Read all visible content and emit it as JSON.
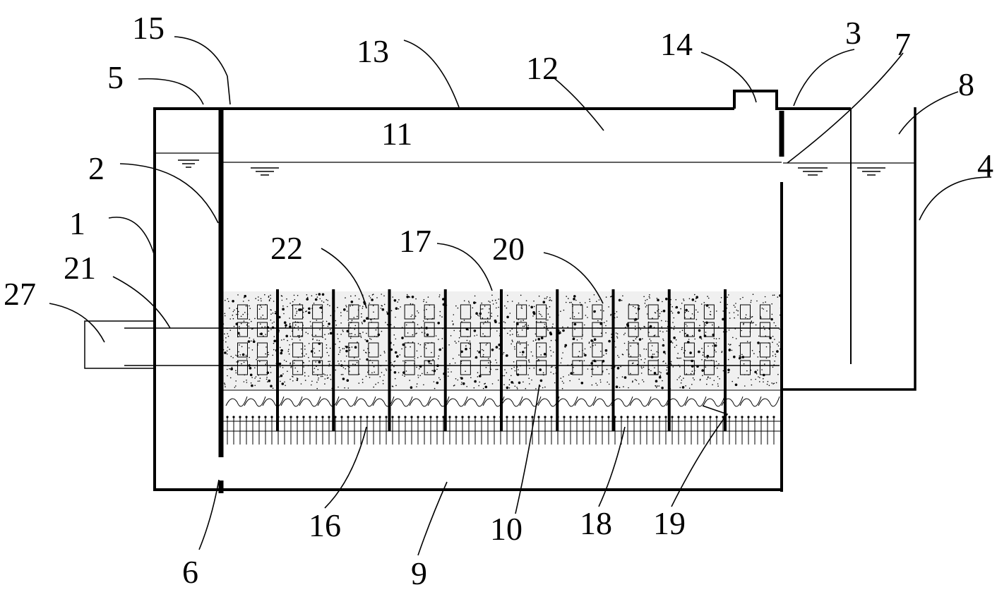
{
  "labels": {
    "l1": "1",
    "l2": "2",
    "l3": "3",
    "l4": "4",
    "l5": "5",
    "l6": "6",
    "l7": "7",
    "l8": "8",
    "l9": "9",
    "l10": "10",
    "l11": "11",
    "l12": "12",
    "l13": "13",
    "l14": "14",
    "l15": "15",
    "l16": "16",
    "l17": "17",
    "l18": "18",
    "l19": "19",
    "l20": "20",
    "l21": "21",
    "l22": "22",
    "l27": "27"
  },
  "colors": {
    "line": "#000000",
    "background": "#ffffff",
    "media_dots": "#000000"
  },
  "bed": {
    "partition_count": 9,
    "tube_columns_per_cell": 2,
    "tube_rows": 4
  }
}
